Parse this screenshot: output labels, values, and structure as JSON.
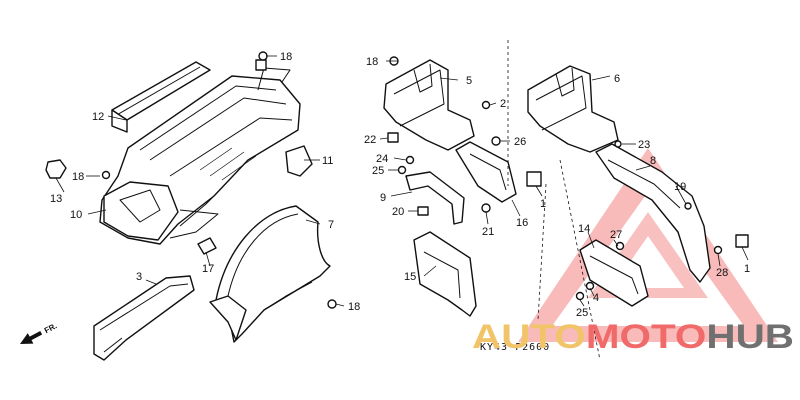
{
  "diagram": {
    "callouts": [
      {
        "label": "1"
      },
      {
        "label": "1"
      },
      {
        "label": "2"
      },
      {
        "label": "3"
      },
      {
        "label": "4"
      },
      {
        "label": "5"
      },
      {
        "label": "6"
      },
      {
        "label": "7"
      },
      {
        "label": "8"
      },
      {
        "label": "9"
      },
      {
        "label": "10"
      },
      {
        "label": "11"
      },
      {
        "label": "12"
      },
      {
        "label": "13"
      },
      {
        "label": "14"
      },
      {
        "label": "15"
      },
      {
        "label": "16"
      },
      {
        "label": "17"
      },
      {
        "label": "18"
      },
      {
        "label": "18"
      },
      {
        "label": "18"
      },
      {
        "label": "18"
      },
      {
        "label": "19"
      },
      {
        "label": "20"
      },
      {
        "label": "21"
      },
      {
        "label": "22"
      },
      {
        "label": "23"
      },
      {
        "label": "24"
      },
      {
        "label": "25"
      },
      {
        "label": "25"
      },
      {
        "label": "26"
      },
      {
        "label": "27"
      },
      {
        "label": "28"
      }
    ],
    "direction_marker": "FR.",
    "drawing_code": "KY43-F2600"
  },
  "watermark": {
    "word_auto": "AUTO",
    "word_moto": "MOTO",
    "word_hub": "HUB",
    "colors": {
      "auto": "#f2c46a",
      "moto": "#f06a6a",
      "hub": "#707070",
      "triangle": "#f26b6b"
    }
  }
}
